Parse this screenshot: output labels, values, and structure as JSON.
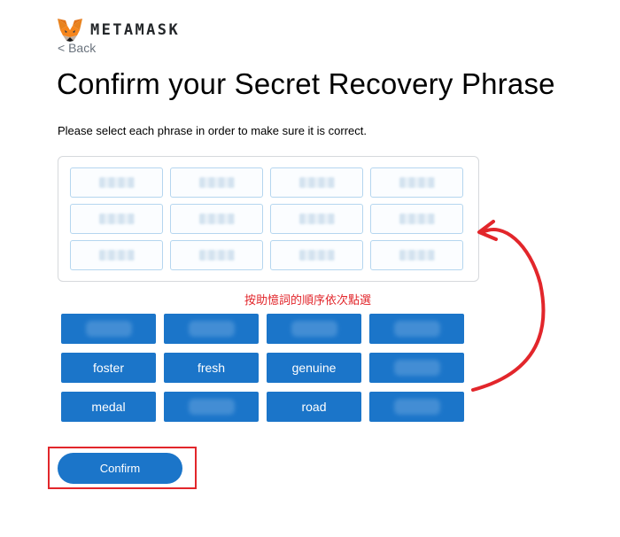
{
  "header": {
    "brand": "METAMASK",
    "back_label": "< Back",
    "logo_icon": "metamask-fox-icon"
  },
  "title": "Confirm your Secret Recovery Phrase",
  "subtitle": "Please select each phrase in order to make sure it is correct.",
  "phrase_slots": [
    "",
    "",
    "",
    "",
    "",
    "",
    "",
    "",
    "",
    "",
    "",
    ""
  ],
  "annotation_text": "按助憶詞的順序依次點選",
  "word_buttons": [
    "",
    "",
    "",
    "",
    "foster",
    "fresh",
    "genuine",
    "",
    "medal",
    "",
    "road",
    ""
  ],
  "confirm_label": "Confirm",
  "colors": {
    "primary": "#1b75c9",
    "annotation_red": "#e2262b",
    "slot_border": "#b5d6ef"
  }
}
